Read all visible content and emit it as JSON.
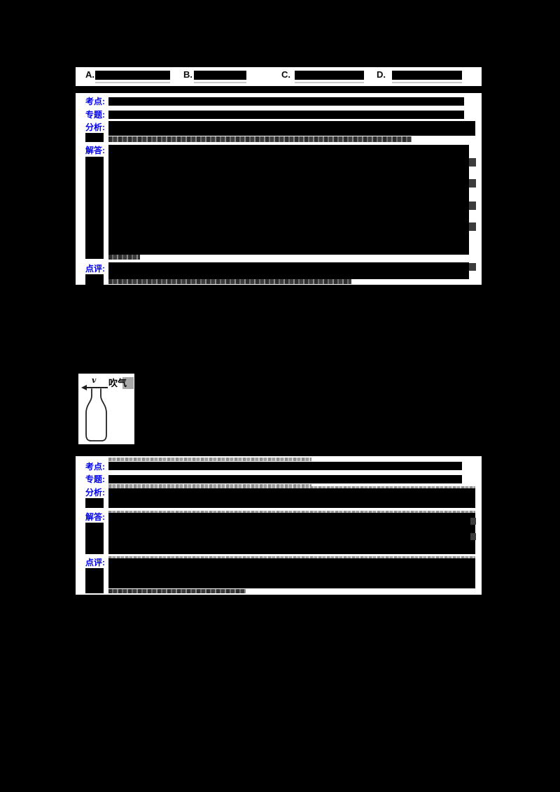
{
  "colors": {
    "page_bg": "#000000",
    "panel_bg": "#ffffff",
    "label_blue": "#0000ee",
    "redaction": "#000000"
  },
  "options_bar": {
    "items": [
      {
        "letter": "A."
      },
      {
        "letter": "B."
      },
      {
        "letter": "C."
      },
      {
        "letter": "D."
      }
    ]
  },
  "row_labels": {
    "exam_point": "考点:",
    "topic": "专题:",
    "analysis": "分析:",
    "solution": "解答:",
    "comment": "点评:"
  },
  "figure": {
    "blow_air_label": "吹气",
    "speed_label": "v"
  }
}
